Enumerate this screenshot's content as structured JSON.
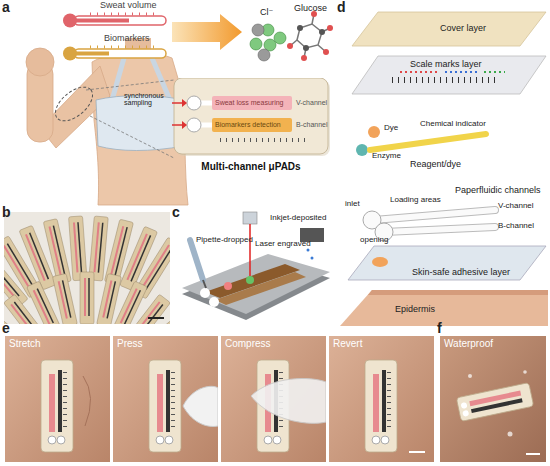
{
  "diagram": {
    "nodes": [
      {
        "text": [
          "Sweat volume"
        ]
      },
      {
        "text": [
          "Biomarkers"
        ]
      },
      {
        "text": [
          "Multi-channel μPADs"
        ]
      },
      {
        "text": [
          "Sweat loss measuring",
          "V-channel"
        ],
        "in": 2
      },
      {
        "text": [
          "Biomarkers detection",
          "B-channel"
        ],
        "in": 2
      },
      {
        "text": [
          "Stretch"
        ]
      },
      {
        "text": [
          "Press"
        ]
      },
      {
        "text": [
          "Compress"
        ]
      },
      {
        "text": [
          "Revert"
        ]
      },
      {
        "text": [
          "Waterproof"
        ]
      }
    ],
    "labels": [
      "a",
      "b",
      "c",
      "d",
      "e",
      "f",
      "Cl⁻",
      "Glucose",
      "synchronous sampling",
      "Pipette-dropped",
      "Laser engraved",
      "Inkjet-deposited",
      "Cover layer",
      "Scale marks layer",
      "Dye",
      "Enzyme",
      "Chemical indicator",
      "Reagent/dye",
      "inlet",
      "Loading areas",
      "Paperfluidic channels",
      "V-channel",
      "B-channel",
      "opening",
      "Skin-safe adhesive layer",
      "Epidermis"
    ]
  }
}
